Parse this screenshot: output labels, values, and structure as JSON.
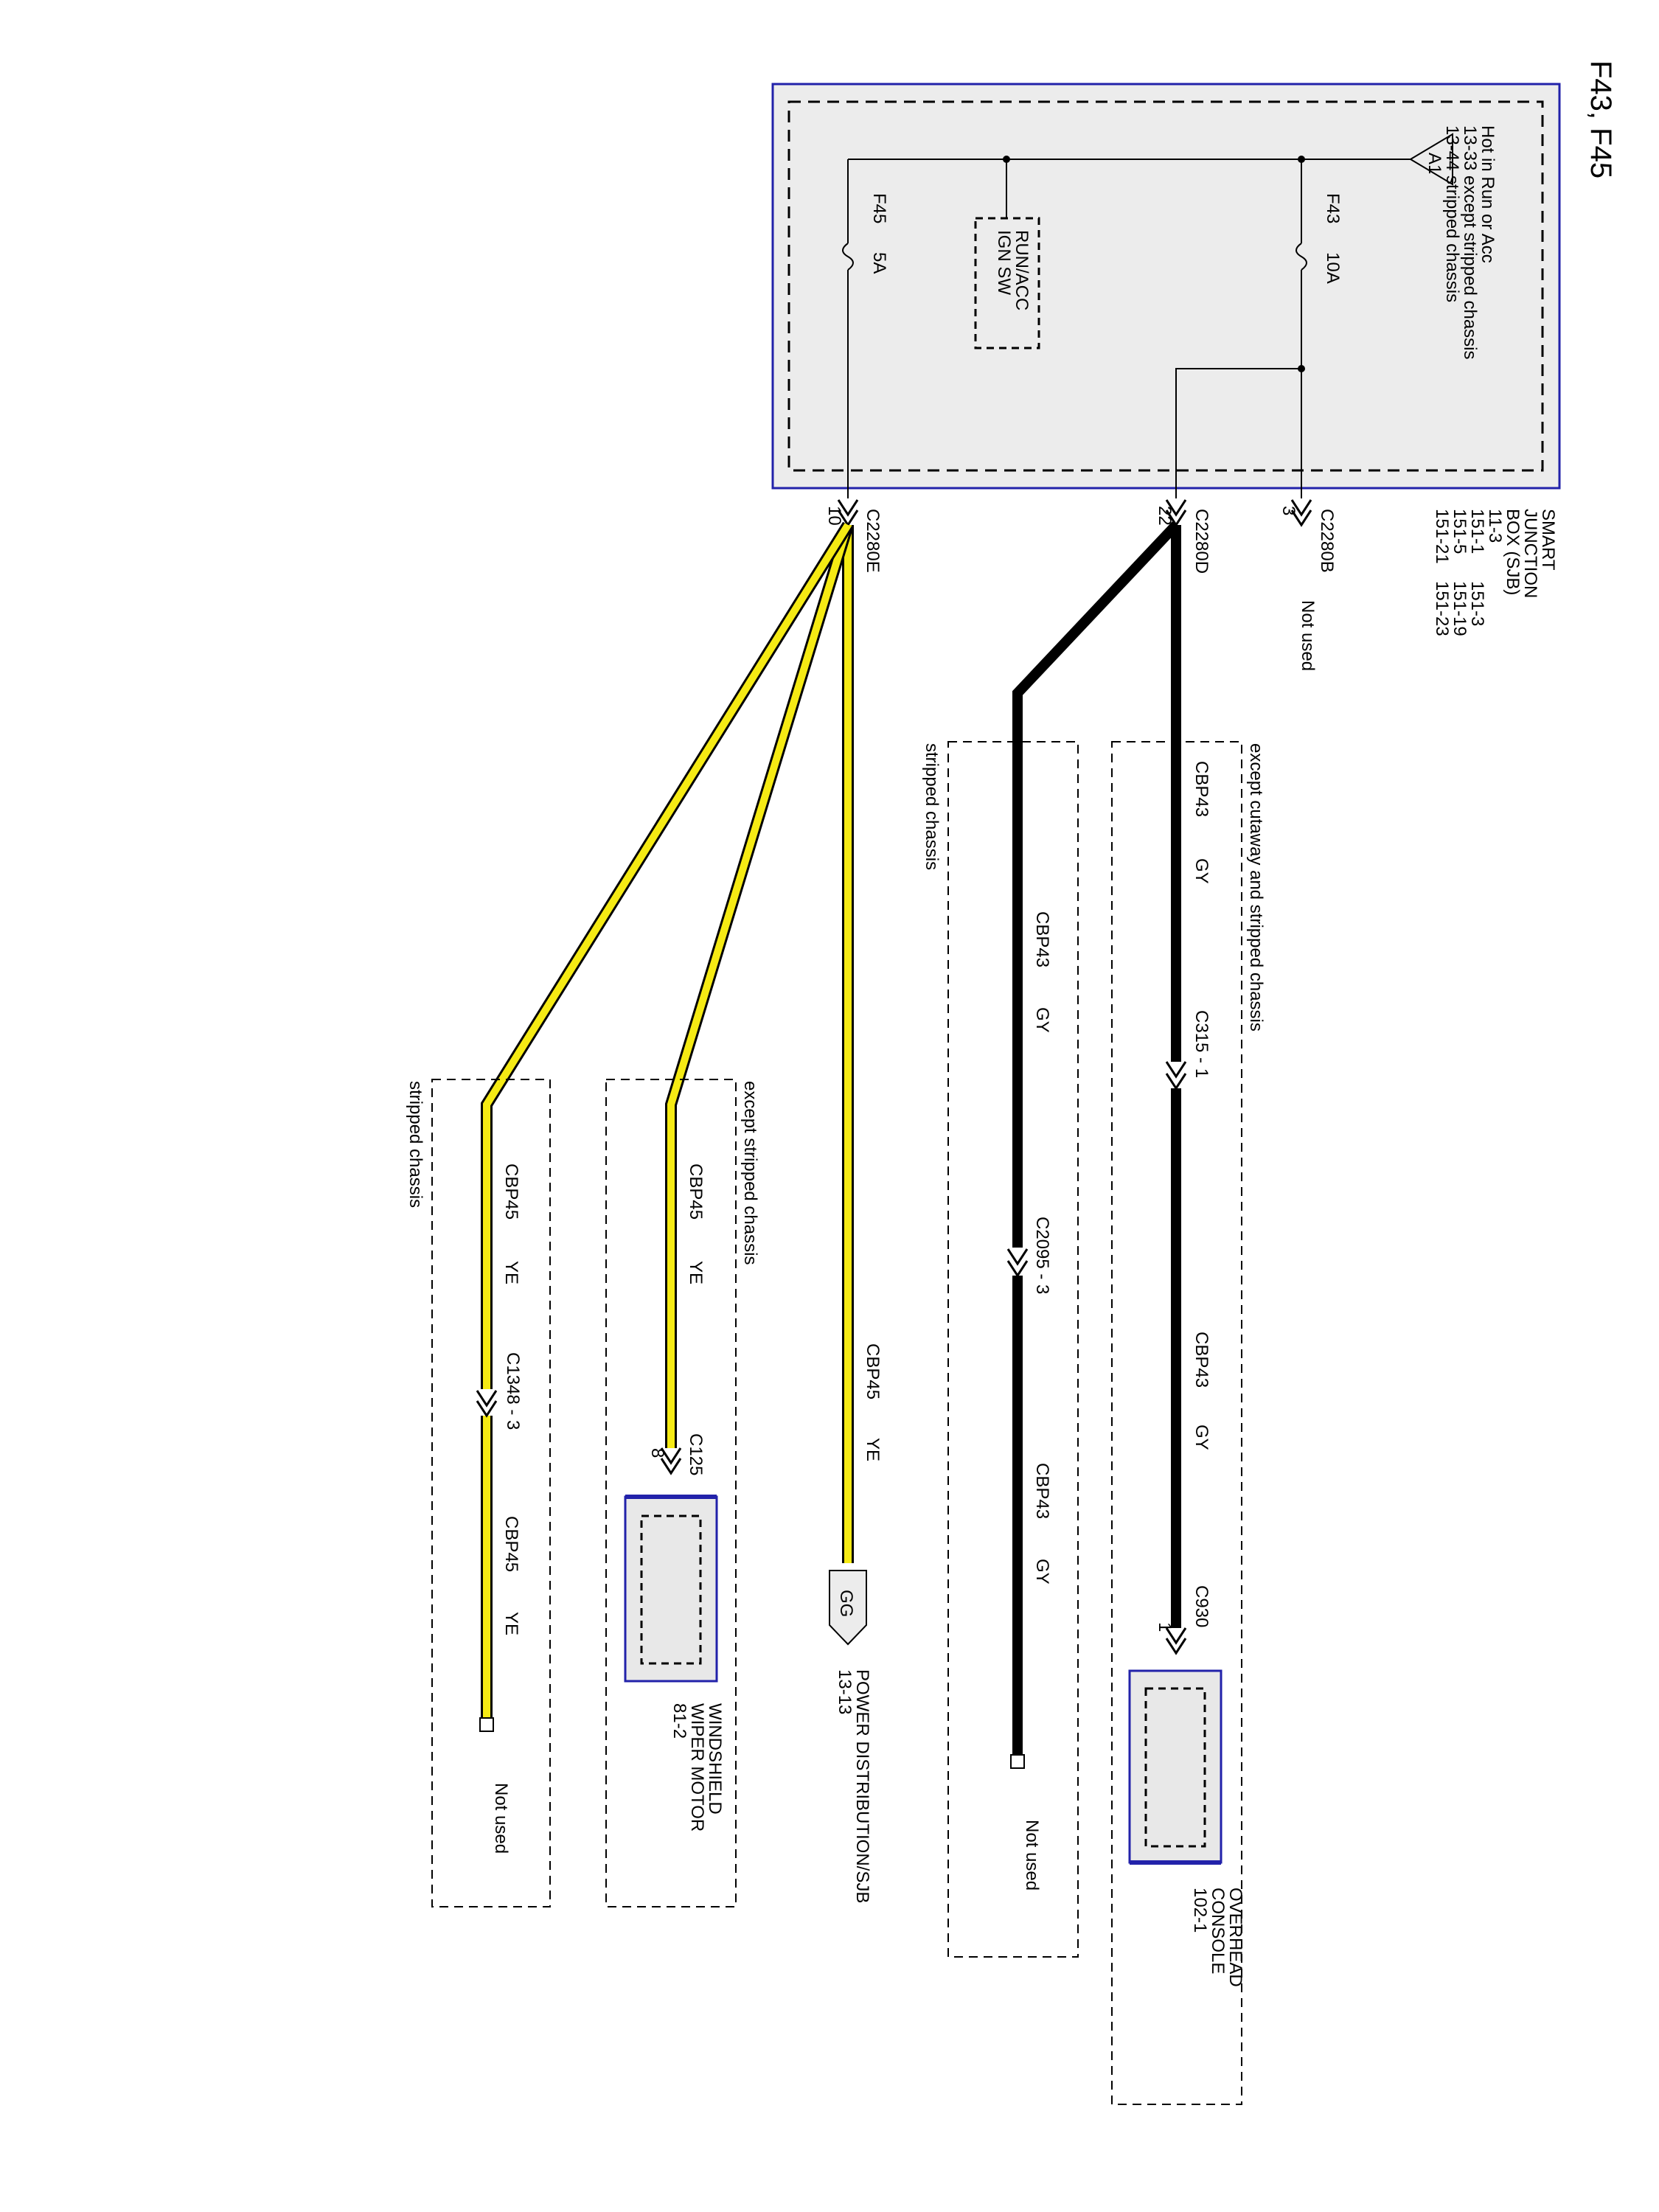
{
  "page": {
    "title": "F43, F45"
  },
  "sjb": {
    "name_lines": [
      "SMART",
      "JUNCTION",
      "BOX (SJB)"
    ],
    "refs_col1": [
      "11-3",
      "151-1",
      "151-5",
      "151-21"
    ],
    "refs_col2": [
      "151-3",
      "151-19",
      "151-23"
    ],
    "power_symbol": "A1",
    "power_desc_lines": [
      "Hot in Run or Acc",
      "13-33   except stripped chassis",
      "13-44   stripped chassis"
    ],
    "fuse_f43": {
      "name": "F43",
      "rating": "10A"
    },
    "fuse_f45": {
      "name": "F45",
      "rating": "5A"
    },
    "relay_lines": [
      "RUN/ACC",
      "IGN SW"
    ]
  },
  "connectors": {
    "c2280b": {
      "name": "C2280B",
      "pin": "3",
      "status": "Not used"
    },
    "c2280d": {
      "name": "C2280D",
      "pin": "22"
    },
    "c2280e": {
      "name": "C2280E",
      "pin": "10"
    },
    "c315": {
      "name": "C315 - 1"
    },
    "c2095": {
      "name": "C2095 - 3"
    },
    "c930": {
      "name": "C930",
      "pin": "1"
    },
    "c1348": {
      "name": "C1348 - 3"
    },
    "c125": {
      "name": "C125",
      "pin": "8"
    }
  },
  "boxes": {
    "cutaway": "except cutaway and stripped chassis",
    "stripped1": "stripped chassis",
    "except_stripped": "except stripped chassis",
    "stripped2": "stripped chassis"
  },
  "wires": {
    "cbp43_a": {
      "circuit": "CBP43",
      "color": "GY"
    },
    "cbp43_b": {
      "circuit": "CBP43",
      "color": "GY"
    },
    "cbp43_c": {
      "circuit": "CBP43",
      "color": "GY"
    },
    "cbp43_d": {
      "circuit": "CBP43",
      "color": "GY"
    },
    "cbp45_a": {
      "circuit": "CBP45",
      "color": "YE"
    },
    "cbp45_b": {
      "circuit": "CBP45",
      "color": "YE"
    },
    "cbp45_c": {
      "circuit": "CBP45",
      "color": "YE"
    },
    "cbp45_d": {
      "circuit": "CBP45",
      "color": "YE"
    }
  },
  "components": {
    "overhead": {
      "lines": [
        "OVERHEAD",
        "CONSOLE",
        "102-1"
      ]
    },
    "wiper": {
      "lines": [
        "WINDSHIELD",
        "WIPER MOTOR",
        "81-2"
      ]
    },
    "power_dist": {
      "symbol": "GG",
      "lines": [
        "POWER DISTRIBUTION/SJB",
        "13-13"
      ]
    },
    "notused_gy": "Not used",
    "notused_ye": "Not used"
  },
  "colors": {
    "gray_wire": "#000000",
    "yellow_wire": "#f5ea14",
    "component_outline": "#2222aa",
    "component_fill": "#e8e8e8"
  }
}
